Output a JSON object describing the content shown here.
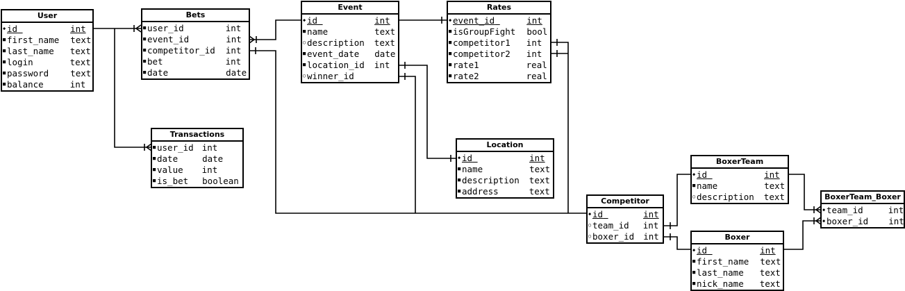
{
  "entities": {
    "user": {
      "title": "User",
      "fields": [
        {
          "mark": "◆",
          "name": "id",
          "type": "int",
          "pk": true
        },
        {
          "mark": "■",
          "name": "first_name",
          "type": "text"
        },
        {
          "mark": "■",
          "name": "last_name",
          "type": "text"
        },
        {
          "mark": "■",
          "name": "login",
          "type": "text"
        },
        {
          "mark": "■",
          "name": "password",
          "type": "text"
        },
        {
          "mark": "■",
          "name": "balance",
          "type": "int"
        }
      ]
    },
    "bets": {
      "title": "Bets",
      "fields": [
        {
          "mark": "■",
          "name": "user_id",
          "type": "int"
        },
        {
          "mark": "■",
          "name": "event_id",
          "type": "int"
        },
        {
          "mark": "■",
          "name": "competitor_id",
          "type": "int"
        },
        {
          "mark": "■",
          "name": "bet",
          "type": "int"
        },
        {
          "mark": "■",
          "name": "date",
          "type": "date"
        }
      ]
    },
    "event": {
      "title": "Event",
      "fields": [
        {
          "mark": "◆",
          "name": "id",
          "type": "int",
          "pk": true
        },
        {
          "mark": "■",
          "name": "name",
          "type": "text"
        },
        {
          "mark": "○",
          "name": "description",
          "type": "text"
        },
        {
          "mark": "■",
          "name": "event_date",
          "type": "date"
        },
        {
          "mark": "■",
          "name": "location_id",
          "type": "int"
        },
        {
          "mark": "○",
          "name": "winner_id",
          "type": ""
        }
      ]
    },
    "rates": {
      "title": "Rates",
      "fields": [
        {
          "mark": "◆",
          "name": "event_id",
          "type": "int",
          "pk": true
        },
        {
          "mark": "■",
          "name": "isGroupFight",
          "type": "bool"
        },
        {
          "mark": "■",
          "name": "competitor1",
          "type": "int"
        },
        {
          "mark": "■",
          "name": "competitor2",
          "type": "int"
        },
        {
          "mark": "■",
          "name": "rate1",
          "type": "real"
        },
        {
          "mark": "■",
          "name": "rate2",
          "type": "real"
        }
      ]
    },
    "transactions": {
      "title": "Transactions",
      "fields": [
        {
          "mark": "■",
          "name": "user_id",
          "type": "int"
        },
        {
          "mark": "■",
          "name": "date",
          "type": "date"
        },
        {
          "mark": "■",
          "name": "value",
          "type": "int"
        },
        {
          "mark": "■",
          "name": "is_bet",
          "type": "boolean"
        }
      ]
    },
    "location": {
      "title": "Location",
      "fields": [
        {
          "mark": "◆",
          "name": "id",
          "type": "int",
          "pk": true
        },
        {
          "mark": "■",
          "name": "name",
          "type": "text"
        },
        {
          "mark": "■",
          "name": "description",
          "type": "text"
        },
        {
          "mark": "■",
          "name": "address",
          "type": "text"
        }
      ]
    },
    "competitor": {
      "title": "Competitor",
      "fields": [
        {
          "mark": "◆",
          "name": "id",
          "type": "int",
          "pk": true
        },
        {
          "mark": "○",
          "name": "team_id",
          "type": "int"
        },
        {
          "mark": "○",
          "name": "boxer_id",
          "type": "int"
        }
      ]
    },
    "boxerteam": {
      "title": "BoxerTeam",
      "fields": [
        {
          "mark": "◆",
          "name": "id",
          "type": "int",
          "pk": true
        },
        {
          "mark": "■",
          "name": "name",
          "type": "text"
        },
        {
          "mark": "○",
          "name": "description",
          "type": "text"
        }
      ]
    },
    "boxer": {
      "title": "Boxer",
      "fields": [
        {
          "mark": "◆",
          "name": "id",
          "type": "int",
          "pk": true
        },
        {
          "mark": "■",
          "name": "first_name",
          "type": "text"
        },
        {
          "mark": "■",
          "name": "last_name",
          "type": "text"
        },
        {
          "mark": "■",
          "name": "nick_name",
          "type": "text"
        }
      ]
    },
    "boxerteam_boxer": {
      "title": "BoxerTeam_Boxer",
      "fields": [
        {
          "mark": "◆",
          "name": "team_id",
          "type": "int"
        },
        {
          "mark": "◆",
          "name": "boxer_id",
          "type": "int"
        }
      ]
    }
  },
  "relationships": [
    {
      "from": "user.id",
      "to": "bets.user_id",
      "cardinality": "one-to-many"
    },
    {
      "from": "user.id",
      "to": "transactions.user_id",
      "cardinality": "one-to-many"
    },
    {
      "from": "event.id",
      "to": "bets.event_id",
      "cardinality": "one-to-many"
    },
    {
      "from": "event.id",
      "to": "rates.event_id",
      "cardinality": "one-to-one"
    },
    {
      "from": "event.location_id",
      "to": "location.id",
      "cardinality": "many-to-one"
    },
    {
      "from": "competitor.id",
      "to": "bets.competitor_id",
      "cardinality": "one"
    },
    {
      "from": "competitor.id",
      "to": "event.winner_id",
      "cardinality": "one"
    },
    {
      "from": "competitor.id",
      "to": "rates.competitor1",
      "cardinality": "one"
    },
    {
      "from": "competitor.id",
      "to": "rates.competitor2",
      "cardinality": "one"
    },
    {
      "from": "competitor.team_id",
      "to": "boxerteam.id",
      "cardinality": "one"
    },
    {
      "from": "competitor.boxer_id",
      "to": "boxer.id",
      "cardinality": "one"
    },
    {
      "from": "boxerteam.id",
      "to": "boxerteam_boxer.team_id",
      "cardinality": "one-to-many"
    },
    {
      "from": "boxer.id",
      "to": "boxerteam_boxer.boxer_id",
      "cardinality": "one-to-many"
    }
  ]
}
